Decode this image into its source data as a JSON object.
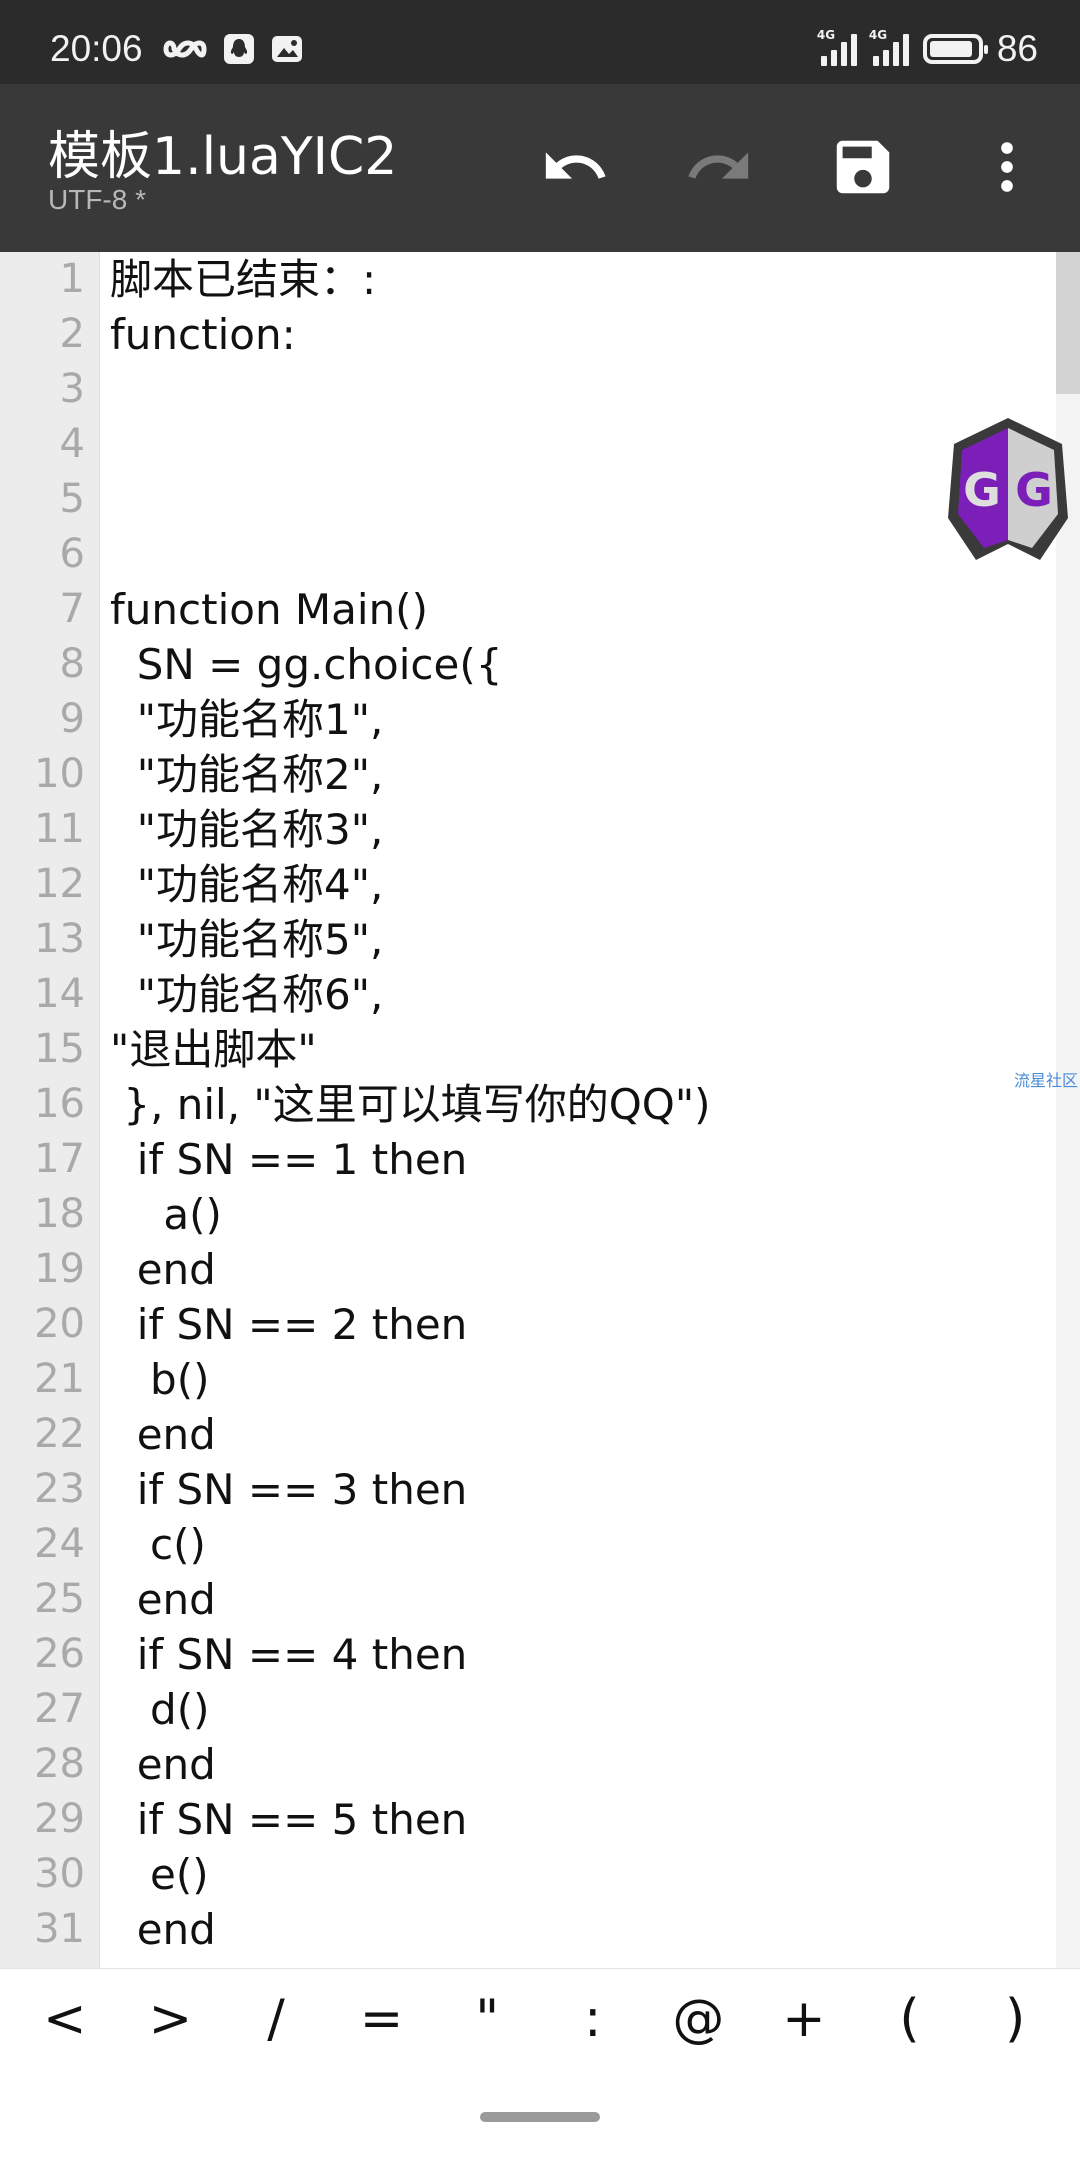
{
  "status_bar": {
    "time": "20:06",
    "signal_1_tag": "4G",
    "signal_2_tag": "4G",
    "battery_percent": "86",
    "icons": [
      "infinity-icon",
      "qq-penguin-icon",
      "gallery-notification-icon"
    ]
  },
  "toolbar": {
    "title": "模板1.luaYIC2",
    "subtitle": "UTF-8 *",
    "actions": [
      "undo-icon",
      "redo-icon",
      "save-icon",
      "more-vert-icon"
    ]
  },
  "editor": {
    "lines": [
      {
        "n": "1",
        "text": "脚本已结束：:"
      },
      {
        "n": "2",
        "text": "function:"
      },
      {
        "n": "3",
        "text": ""
      },
      {
        "n": "4",
        "text": ""
      },
      {
        "n": "5",
        "text": ""
      },
      {
        "n": "6",
        "text": ""
      },
      {
        "n": "7",
        "text": "function Main()"
      },
      {
        "n": "8",
        "text": "  SN = gg.choice({"
      },
      {
        "n": "9",
        "text": "  \"功能名称1\","
      },
      {
        "n": "10",
        "text": "  \"功能名称2\","
      },
      {
        "n": "11",
        "text": "  \"功能名称3\","
      },
      {
        "n": "12",
        "text": "  \"功能名称4\","
      },
      {
        "n": "13",
        "text": "  \"功能名称5\","
      },
      {
        "n": "14",
        "text": "  \"功能名称6\","
      },
      {
        "n": "15",
        "text": "\"退出脚本\""
      },
      {
        "n": "16",
        "text": " }, nil, \"这里可以填写你的QQ\")"
      },
      {
        "n": "17",
        "text": "  if SN == 1 then"
      },
      {
        "n": "18",
        "text": "    a()"
      },
      {
        "n": "19",
        "text": "  end"
      },
      {
        "n": "20",
        "text": "  if SN == 2 then"
      },
      {
        "n": "21",
        "text": "   b()"
      },
      {
        "n": "22",
        "text": "  end"
      },
      {
        "n": "23",
        "text": "  if SN == 3 then"
      },
      {
        "n": "24",
        "text": "   c()"
      },
      {
        "n": "25",
        "text": "  end"
      },
      {
        "n": "26",
        "text": "  if SN == 4 then"
      },
      {
        "n": "27",
        "text": "   d()"
      },
      {
        "n": "28",
        "text": "  end"
      },
      {
        "n": "29",
        "text": "  if SN == 5 then"
      },
      {
        "n": "30",
        "text": "   e()"
      },
      {
        "n": "31",
        "text": "  end"
      }
    ],
    "floating_badge": {
      "left": "G",
      "right": "G",
      "left_color": "#7b1fb8",
      "right_color": "#c9c9c9"
    },
    "watermark": "流星社区"
  },
  "symbols": [
    "<",
    ">",
    "/",
    "=",
    "\"",
    ":",
    "@",
    "+",
    "(",
    ")"
  ],
  "colors": {
    "status_bar": "#2b2b2b",
    "toolbar": "#393939",
    "gutter": "#ececec"
  }
}
